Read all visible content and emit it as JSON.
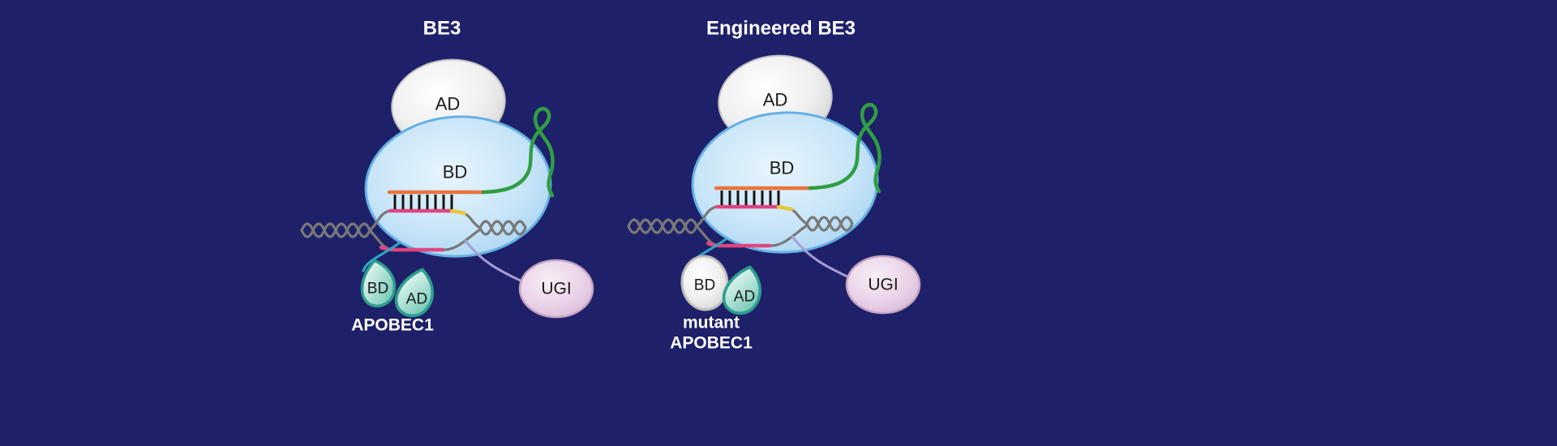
{
  "figure": {
    "left": {
      "title": "BE3",
      "cas9": {
        "ad": "AD",
        "bd": "BD"
      },
      "apobec": {
        "bd": "BD",
        "ad": "AD",
        "name": "APOBEC1"
      },
      "ugi": "UGI"
    },
    "right": {
      "title": "Engineered BE3",
      "cas9": {
        "ad": "AD",
        "bd": "BD"
      },
      "apobec": {
        "bd": "BD",
        "ad": "AD",
        "name_line1": "mutant",
        "name_line2": "APOBEC1"
      },
      "ugi": "UGI"
    },
    "colors": {
      "background": "#1e2169",
      "cas9_body_fill": "#c8e5f8",
      "cas9_outline": "#66b0e4",
      "ad_domain_fill": "#efefef",
      "sgrna_green": "#2f9e44",
      "guide_rna_orange": "#e8743c",
      "target_pink": "#e0457f",
      "pam_yellow": "#e8c73c",
      "dna_gray": "#787878",
      "apobec_teal_outline": "#2f9e8e",
      "apobec_teal_fill": "#6cc3b0",
      "linker_cyan": "#2fa7c7",
      "ugi_fill": "#ecd6ea",
      "ugi_outline": "#c5a3c2",
      "linker_lavender": "#a59ed4"
    }
  }
}
